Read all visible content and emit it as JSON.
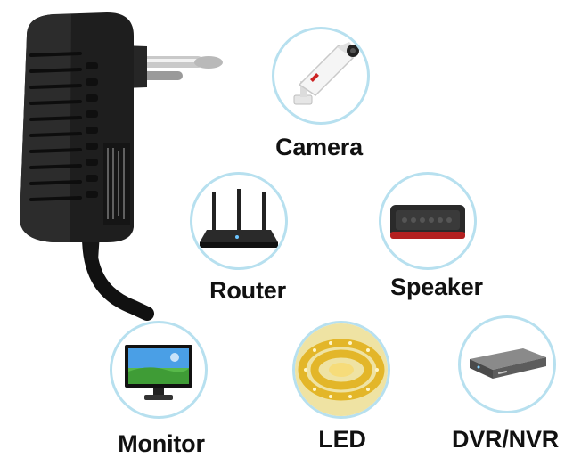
{
  "devices": [
    {
      "id": "camera",
      "label": "Camera"
    },
    {
      "id": "router",
      "label": "Router"
    },
    {
      "id": "speaker",
      "label": "Speaker"
    },
    {
      "id": "monitor",
      "label": "Monitor"
    },
    {
      "id": "led",
      "label": "LED"
    },
    {
      "id": "dvr",
      "label": "DVR/NVR"
    }
  ],
  "colors": {
    "circle_border": "#b7e0ef",
    "adapter_body": "#1e1e1e",
    "label_text": "#111111"
  }
}
